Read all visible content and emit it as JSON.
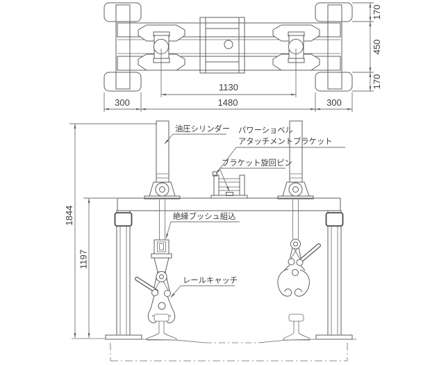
{
  "drawing": {
    "type": "cad-technical-drawing",
    "plan": {
      "dim_clamp_span": "1130",
      "dim_frame_span": "1480",
      "dim_pad_left": "300",
      "dim_pad_right": "300",
      "dim_pad_depth_top": "170",
      "dim_frame_depth": "450",
      "dim_pad_depth_bottom": "170"
    },
    "front": {
      "dim_overall_height": "1844",
      "dim_beam_height": "1197",
      "label_hydraulic_cylinder": "油圧シリンダー",
      "label_attachment_line1": "パワーショベル",
      "label_attachment_line2": "アタッチメントブラケット",
      "label_pivot_pin": "ブラケット旋回ピン",
      "label_insulated_bush": "絶縁ブッシュ組込",
      "label_rail_catch": "レールキャッチ"
    },
    "colors": {
      "line": "#5f5d5b",
      "dim_line": "#716f6d",
      "text": "#3e3a39",
      "background": "#ffffff"
    }
  }
}
